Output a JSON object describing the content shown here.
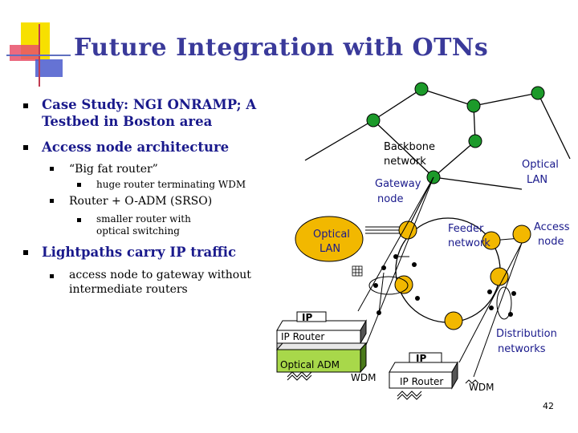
{
  "slide": {
    "title": "Future Integration with OTNs",
    "page_number": "42"
  },
  "bullets": {
    "b1_case_study": "Case Study: NGI ONRAMP; A Testbed in Boston area",
    "b1_access_node_arch": "Access node architecture",
    "b2_big_fat_router": "“Big fat router”",
    "b3_huge_router": "huge router terminating WDM",
    "b2_router_oadm": "Router + O-ADM (SRSO)",
    "b3_smaller_router": "smaller router with optical switching",
    "b1_lightpaths": "Lightpaths carry IP traffic",
    "b2_access_to_gateway": "access node to gateway without intermediate routers"
  },
  "diagram": {
    "backbone_network": [
      "Backbone",
      "network"
    ],
    "optical_lan_right": [
      "Optical",
      "LAN"
    ],
    "gateway_node": [
      "Gateway",
      "node"
    ],
    "optical_lan_left": [
      "Optical",
      "LAN"
    ],
    "feeder_network": [
      "Feeder",
      "network"
    ],
    "access_node": [
      "Access",
      "node"
    ],
    "distribution_networks": [
      "Distribution",
      "networks"
    ],
    "ip_router_left": "IP Router",
    "optical_adm": "Optical ADM",
    "wdm_left": "WDM",
    "ip_router_right": "IP Router",
    "wdm_right": "WDM",
    "ip_badge": "IP"
  },
  "colors": {
    "title_blue": "#3a3a9a",
    "bullet_blue": "#1a1a8c",
    "node_green": "#1c9a2a",
    "node_orange": "#f2b800",
    "optical_adm_green": "#a8d84a",
    "deco_yellow": "#f7e000",
    "deco_red": "#e03050",
    "deco_blue": "#4a5acc"
  }
}
